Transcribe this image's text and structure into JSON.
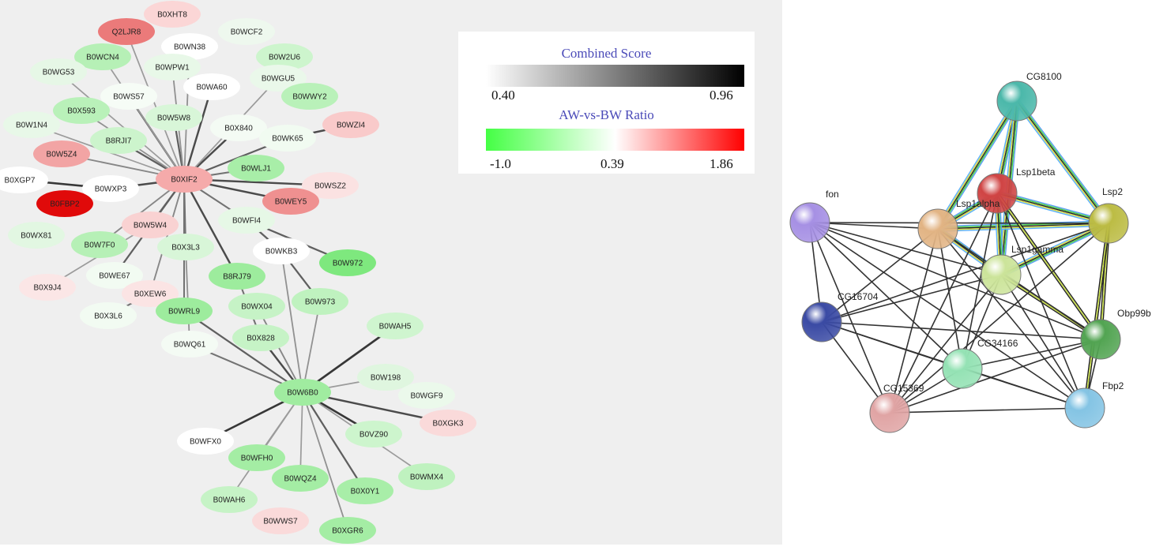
{
  "left_network": {
    "nodes": [
      {
        "id": "B0XHT8",
        "color": "#fbd6d6"
      },
      {
        "id": "Q2LJR8",
        "color": "#eb7a7a"
      },
      {
        "id": "B0WCF2",
        "color": "#eef8ee"
      },
      {
        "id": "B0WN38",
        "color": "#ffffff"
      },
      {
        "id": "B0WCN4",
        "color": "#b6f0b6"
      },
      {
        "id": "B0W2U6",
        "color": "#cdf5cd"
      },
      {
        "id": "B0WG53",
        "color": "#e6f7e6"
      },
      {
        "id": "B0WPW1",
        "color": "#e8f8e8"
      },
      {
        "id": "B0WGU5",
        "color": "#eaf8ea"
      },
      {
        "id": "B0WA60",
        "color": "#ffffff"
      },
      {
        "id": "B0WS57",
        "color": "#f6fcf6"
      },
      {
        "id": "B0WWY2",
        "color": "#b9f1b9"
      },
      {
        "id": "B0X593",
        "color": "#b9f1b9"
      },
      {
        "id": "B0W5W8",
        "color": "#d8f6d8"
      },
      {
        "id": "B0W1N4",
        "color": "#e8f8e8"
      },
      {
        "id": "B0X840",
        "color": "#f4fbf4"
      },
      {
        "id": "B0WZI4",
        "color": "#f9caca"
      },
      {
        "id": "B0WK65",
        "color": "#f1fbf1"
      },
      {
        "id": "B8RJI7",
        "color": "#ccf4cc"
      },
      {
        "id": "B0W5Z4",
        "color": "#f2a4a4"
      },
      {
        "id": "B0WLJ1",
        "color": "#a8eea8"
      },
      {
        "id": "B0XGP7",
        "color": "#ffffff"
      },
      {
        "id": "B0XIF2",
        "color": "#f5aaaa"
      },
      {
        "id": "B0WXP3",
        "color": "#ffffff"
      },
      {
        "id": "B0WSZ2",
        "color": "#fbe2e2"
      },
      {
        "id": "B0FBP2",
        "color": "#e00a0a"
      },
      {
        "id": "B0WEY5",
        "color": "#ef9090"
      },
      {
        "id": "B0WFI4",
        "color": "#e6f8e6"
      },
      {
        "id": "B0W5W4",
        "color": "#f9d2d2"
      },
      {
        "id": "B0WX81",
        "color": "#e2f7e2"
      },
      {
        "id": "B0W7F0",
        "color": "#b6f0b6"
      },
      {
        "id": "B0X3L3",
        "color": "#d8f6d8"
      },
      {
        "id": "B0WKB3",
        "color": "#ffffff"
      },
      {
        "id": "B0W972",
        "color": "#7ee87e"
      },
      {
        "id": "B0WE67",
        "color": "#f2fbf2"
      },
      {
        "id": "B8RJ79",
        "color": "#9dec9d"
      },
      {
        "id": "B0X9J4",
        "color": "#fbe6e6"
      },
      {
        "id": "B0XEW6",
        "color": "#fbe4e4"
      },
      {
        "id": "B0W973",
        "color": "#bff2bf"
      },
      {
        "id": "B0WX04",
        "color": "#c6f3c6"
      },
      {
        "id": "B0WRL9",
        "color": "#9dec9d"
      },
      {
        "id": "B0X3L6",
        "color": "#f2fbf2"
      },
      {
        "id": "B0WQ61",
        "color": "#f4fbf4"
      },
      {
        "id": "B0X828",
        "color": "#c6f3c6"
      },
      {
        "id": "B0WAH5",
        "color": "#cff5cf"
      },
      {
        "id": "B0W198",
        "color": "#dff6df"
      },
      {
        "id": "B0W6B0",
        "color": "#a0eca0"
      },
      {
        "id": "B0WGF9",
        "color": "#ebf9eb"
      },
      {
        "id": "B0XGK3",
        "color": "#fadada"
      },
      {
        "id": "B0VZ90",
        "color": "#cdf5cd"
      },
      {
        "id": "B0WFX0",
        "color": "#ffffff"
      },
      {
        "id": "B0WFH0",
        "color": "#a4eda4"
      },
      {
        "id": "B0WMX4",
        "color": "#bff2bf"
      },
      {
        "id": "B0WQZ4",
        "color": "#a4eda4"
      },
      {
        "id": "B0X0Y1",
        "color": "#a8eea8"
      },
      {
        "id": "B0WAH6",
        "color": "#c6f3c6"
      },
      {
        "id": "B0WWS7",
        "color": "#fadada"
      },
      {
        "id": "B0XGR6",
        "color": "#a4eda4"
      }
    ],
    "edges": [
      [
        "B0XIF2",
        "B0WS57",
        0.8
      ],
      [
        "B0XIF2",
        "B0W5W8",
        0.7
      ],
      [
        "B0XIF2",
        "B0WA60",
        0.8
      ],
      [
        "B0XIF2",
        "B0X840",
        0.8
      ],
      [
        "B0XIF2",
        "B0WK65",
        0.7
      ],
      [
        "B0XIF2",
        "B8RJI7",
        0.7
      ],
      [
        "B0XIF2",
        "B0W5Z4",
        0.5
      ],
      [
        "B0XIF2",
        "B0WLJ1",
        0.6
      ],
      [
        "B0XIF2",
        "B0WXP3",
        0.8
      ],
      [
        "B0XIF2",
        "B0WSZ2",
        0.8
      ],
      [
        "B0XIF2",
        "B0WEY5",
        0.8
      ],
      [
        "B0XIF2",
        "B0WFI4",
        0.6
      ],
      [
        "B0XIF2",
        "B0W5W4",
        0.6
      ],
      [
        "B0XIF2",
        "B0W7F0",
        0.5
      ],
      [
        "B0XIF2",
        "B0X3L3",
        0.6
      ],
      [
        "B0XIF2",
        "B8RJ79",
        0.8
      ],
      [
        "B0XIF2",
        "B0WE67",
        0.7
      ],
      [
        "B0XIF2",
        "B0XEW6",
        0.5
      ],
      [
        "B0XIF2",
        "B0WRL9",
        0.6
      ],
      [
        "B0XIF2",
        "Q2LJR8",
        0.4
      ],
      [
        "B0XIF2",
        "B0WPW1",
        0.45
      ],
      [
        "B0XIF2",
        "B0WN38",
        0.45
      ],
      [
        "B0XIF2",
        "B0WG53",
        0.4
      ],
      [
        "B0XIF2",
        "B0X593",
        0.45
      ],
      [
        "B0XIF2",
        "B0W1N4",
        0.4
      ],
      [
        "B0XIF2",
        "B0WGU5",
        0.4
      ],
      [
        "B0XIF2",
        "B0WCN4",
        0.4
      ],
      [
        "B0XGP7",
        "B0WXP3",
        0.9
      ],
      [
        "B0WK65",
        "B0WZI4",
        0.8
      ],
      [
        "B0WFI4",
        "B0W972",
        0.7
      ],
      [
        "B0WFI4",
        "B0WKB3",
        0.7
      ],
      [
        "B0WKB3",
        "B0W973",
        0.7
      ],
      [
        "B0WKB3",
        "B0W6B0",
        0.45
      ],
      [
        "B0W5W4",
        "B0X9J4",
        0.4
      ],
      [
        "B0XEW6",
        "B0X3L6",
        0.6
      ],
      [
        "B0X3L3",
        "B0WQ61",
        0.45
      ],
      [
        "B0W6B0",
        "B0WRL9",
        0.7
      ],
      [
        "B0W6B0",
        "B0WQ61",
        0.6
      ],
      [
        "B0W6B0",
        "B0X828",
        0.8
      ],
      [
        "B0W6B0",
        "B0WX04",
        0.5
      ],
      [
        "B0W6B0",
        "B0W973",
        0.45
      ],
      [
        "B0W6B0",
        "B0WAH5",
        0.9
      ],
      [
        "B0W6B0",
        "B0W198",
        0.4
      ],
      [
        "B0W6B0",
        "B0XGK3",
        0.8
      ],
      [
        "B0W6B0",
        "B0VZ90",
        0.9
      ],
      [
        "B0W6B0",
        "B0WFX0",
        0.9
      ],
      [
        "B0W6B0",
        "B0WFH0",
        0.4
      ],
      [
        "B0W6B0",
        "B0WQZ4",
        0.4
      ],
      [
        "B0W6B0",
        "B0X0Y1",
        0.7
      ],
      [
        "B0W6B0",
        "B0XGR6",
        0.45
      ],
      [
        "B0W6B0",
        "B0WMX4",
        0.4
      ],
      [
        "B0W6B0",
        "B0WAH6",
        0.4
      ],
      [
        "B8RJ79",
        "B0X828",
        0.6
      ]
    ]
  },
  "legend": {
    "combined_score": {
      "title": "Combined Score",
      "min": "0.40",
      "max": "0.96",
      "colors": [
        "#ffffff",
        "#000000"
      ]
    },
    "ratio": {
      "title": "AW-vs-BW Ratio",
      "min": "-1.0",
      "mid": "0.39",
      "max": "1.86",
      "colors": [
        "#44ff44",
        "#ffffff",
        "#ff0000"
      ]
    }
  },
  "string_network": {
    "nodes": [
      {
        "id": "CG8100",
        "color": "#4bb8aa"
      },
      {
        "id": "Lsp1beta",
        "color": "#d04444"
      },
      {
        "id": "Lsp2",
        "color": "#bcbc44"
      },
      {
        "id": "fon",
        "color": "#a690e4"
      },
      {
        "id": "Lsp1alpha",
        "color": "#e2b484"
      },
      {
        "id": "Lsp1gamma",
        "color": "#cce49a"
      },
      {
        "id": "CG16704",
        "color": "#3a4aa4"
      },
      {
        "id": "Obp99b",
        "color": "#52a452"
      },
      {
        "id": "CG34166",
        "color": "#94e2b4"
      },
      {
        "id": "Fbp2",
        "color": "#84c4e4"
      },
      {
        "id": "CG15369",
        "color": "#e0a4a4"
      }
    ],
    "edges": [
      [
        "CG8100",
        "Lsp1alpha",
        "multi"
      ],
      [
        "CG8100",
        "Lsp1beta",
        "multi"
      ],
      [
        "CG8100",
        "Lsp1gamma",
        "multi"
      ],
      [
        "CG8100",
        "Lsp2",
        "multi"
      ],
      [
        "Lsp1beta",
        "Lsp2",
        "multi"
      ],
      [
        "Lsp1alpha",
        "Lsp2",
        "multi"
      ],
      [
        "Lsp1alpha",
        "Lsp1gamma",
        "multi"
      ],
      [
        "Lsp1beta",
        "Lsp1gamma",
        "multi"
      ],
      [
        "Lsp2",
        "Lsp1gamma",
        "multi"
      ],
      [
        "Lsp1alpha",
        "Lsp1beta",
        "multi"
      ],
      [
        "Lsp1gamma",
        "Obp99b",
        "yellow"
      ],
      [
        "Lsp2",
        "Obp99b",
        "yellow"
      ],
      [
        "Lsp2",
        "Fbp2",
        "yellow"
      ],
      [
        "Lsp1beta",
        "Obp99b",
        "yellow"
      ],
      [
        "fon",
        "Lsp1alpha",
        "black"
      ],
      [
        "fon",
        "Lsp1gamma",
        "black"
      ],
      [
        "fon",
        "CG16704",
        "black"
      ],
      [
        "fon",
        "CG15369",
        "black"
      ],
      [
        "fon",
        "CG34166",
        "black"
      ],
      [
        "fon",
        "Fbp2",
        "black"
      ],
      [
        "fon",
        "Lsp2",
        "black"
      ],
      [
        "fon",
        "Obp99b",
        "black"
      ],
      [
        "CG16704",
        "Lsp1alpha",
        "black"
      ],
      [
        "CG16704",
        "Lsp1gamma",
        "black"
      ],
      [
        "CG16704",
        "CG34166",
        "black"
      ],
      [
        "CG16704",
        "CG15369",
        "black"
      ],
      [
        "CG16704",
        "Obp99b",
        "black"
      ],
      [
        "CG16704",
        "Fbp2",
        "black"
      ],
      [
        "CG16704",
        "Lsp2",
        "black"
      ],
      [
        "CG15369",
        "Lsp1alpha",
        "black"
      ],
      [
        "CG15369",
        "Lsp1gamma",
        "black"
      ],
      [
        "CG15369",
        "CG34166",
        "black"
      ],
      [
        "CG15369",
        "Fbp2",
        "black"
      ],
      [
        "CG15369",
        "Obp99b",
        "black"
      ],
      [
        "CG15369",
        "Lsp1beta",
        "black"
      ],
      [
        "CG15369",
        "Lsp2",
        "black"
      ],
      [
        "CG34166",
        "Lsp1alpha",
        "black"
      ],
      [
        "CG34166",
        "Lsp1gamma",
        "black"
      ],
      [
        "CG34166",
        "Obp99b",
        "black"
      ],
      [
        "CG34166",
        "Fbp2",
        "black"
      ],
      [
        "CG34166",
        "Lsp1beta",
        "black"
      ],
      [
        "Fbp2",
        "Lsp1gamma",
        "black"
      ],
      [
        "Fbp2",
        "Obp99b",
        "black"
      ],
      [
        "Fbp2",
        "Lsp1alpha",
        "black"
      ],
      [
        "Obp99b",
        "Lsp1alpha",
        "black"
      ],
      [
        "Fbp2",
        "Lsp1beta",
        "black"
      ]
    ]
  }
}
